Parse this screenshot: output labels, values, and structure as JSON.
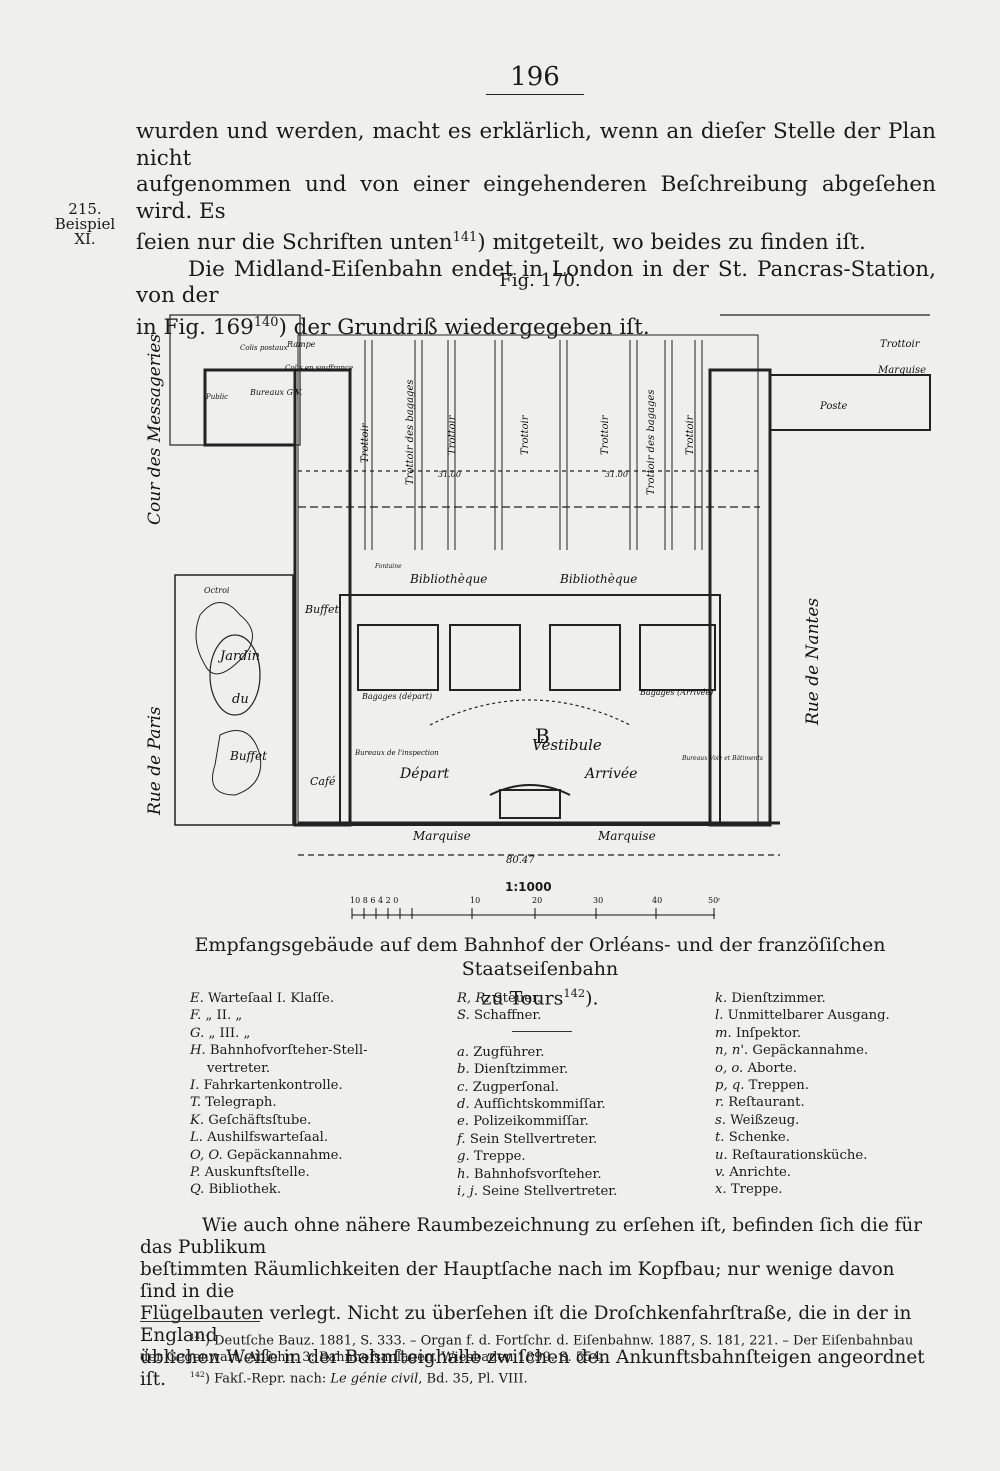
{
  "page": {
    "number": "196"
  },
  "margin_note": {
    "number": "215.",
    "label": "Beispiel",
    "roman": "XI."
  },
  "intro": {
    "line1": "wurden und werden, macht es erklärlich, wenn an dieſer Stelle der Plan nicht",
    "line2": "aufgenommen und von einer eingehenderen Beſchreibung abgeſehen wird. Es",
    "line3_a": "ſeien nur die Schriften unten",
    "line3_sup": "141",
    "line3_b": ") mitgeteilt, wo beides zu finden iſt.",
    "line4": "Die Midland-Eiſenbahn endet in London in der St. Pancras-Station, von der",
    "line5_a": "in Fig. 169",
    "line5_sup": "140",
    "line5_b": ") der Grundriß wiedergegeben iſt."
  },
  "figure": {
    "label": "Fig. 170.",
    "scale_label": "1:1000",
    "scale_ticks": [
      "10 8 6 4 2 0",
      "10",
      "20",
      "30",
      "40",
      "50ᵐ"
    ],
    "plan_labels": {
      "street_left_a": "Rue de Paris",
      "street_left_b": "Cour des Messageries",
      "street_right": "Rue de Nantes",
      "trottoir": "Trottoir",
      "trottoir_bagages": "Trottoir des bagages",
      "marquise": "Marquise",
      "bibliotheque": "Bibliothèque",
      "vestibule": "Vestibule",
      "depart": "Départ",
      "arrivee": "Arrivée",
      "buffet": "Buffet",
      "cafe": "Café",
      "jardin": "Jardin",
      "du": "du",
      "poste": "Poste",
      "rampe": "Rampe",
      "colis_postaux": "Colis postaux",
      "colis_souffrance": "Colis en souffrance",
      "bureaux_gv": "Bureaux G.V.",
      "public": "Public",
      "bagages_depart": "Bagages (départ)",
      "bagages_arrivee": "Bagages (Arrivée)",
      "bureaux_inspection": "Bureaux de l'inspection",
      "bureaux_voie": "Bureaux Voie et Bâtiments",
      "octroi": "Octroi",
      "fontaine": "Fontaine",
      "dim_total": "80.47",
      "dim_3100": "31.00",
      "dim_b": "B"
    }
  },
  "caption": {
    "text_a": "Empfangsgebäude auf dem Bahnhof der Orléans- und der franzöſiſchen Staatseiſenbahn",
    "text_b": "zu Tours",
    "sup": "142",
    "end": ")."
  },
  "legend": {
    "col1": [
      {
        "key": "E.",
        "text": "Warteſaal I. Klaſſe."
      },
      {
        "key": "F.",
        "text": "„ II. „"
      },
      {
        "key": "G.",
        "text": "„ III. „"
      },
      {
        "key": "H.",
        "text": "Bahnhofvorſteher-Stell-"
      },
      {
        "key": "",
        "text": "vertreter."
      },
      {
        "key": "I.",
        "text": "Fahrkartenkontrolle."
      },
      {
        "key": "T.",
        "text": "Telegraph."
      },
      {
        "key": "K.",
        "text": "Geſchäftsſtube."
      },
      {
        "key": "L.",
        "text": "Aushilfswarteſaal."
      },
      {
        "key": "O, O.",
        "text": "Gepäckannahme."
      },
      {
        "key": "P.",
        "text": "Auskunftsſtelle."
      },
      {
        "key": "Q.",
        "text": "Bibliothek."
      }
    ],
    "col2_top": [
      {
        "key": "R, R.",
        "text": "Steuer."
      },
      {
        "key": "S.",
        "text": "Schaffner."
      }
    ],
    "col2_bottom": [
      {
        "key": "a.",
        "text": "Zugführer."
      },
      {
        "key": "b.",
        "text": "Dienſtzimmer."
      },
      {
        "key": "c.",
        "text": "Zugperſonal."
      },
      {
        "key": "d.",
        "text": "Aufſichtskommiſſar."
      },
      {
        "key": "e.",
        "text": "Polizeikommiſſar."
      },
      {
        "key": "f.",
        "text": "Sein Stellvertreter."
      },
      {
        "key": "g.",
        "text": "Treppe."
      },
      {
        "key": "h.",
        "text": "Bahnhofsvorſteher."
      },
      {
        "key": "i, j.",
        "text": "Seine Stellvertreter."
      }
    ],
    "col3": [
      {
        "key": "k.",
        "text": "Dienſtzimmer."
      },
      {
        "key": "l.",
        "text": "Unmittelbarer Ausgang."
      },
      {
        "key": "m.",
        "text": "Inſpektor."
      },
      {
        "key": "n, n'.",
        "text": "Gepäckannahme."
      },
      {
        "key": "o, o.",
        "text": "Aborte."
      },
      {
        "key": "p, q.",
        "text": "Treppen."
      },
      {
        "key": "r.",
        "text": "Reſtaurant."
      },
      {
        "key": "s.",
        "text": "Weißzeug."
      },
      {
        "key": "t.",
        "text": "Schenke."
      },
      {
        "key": "u.",
        "text": "Reſtaurationsküche."
      },
      {
        "key": "v.",
        "text": "Anrichte."
      },
      {
        "key": "x.",
        "text": "Treppe."
      }
    ]
  },
  "body": {
    "line1": "Wie auch ohne nähere Raumbezeichnung zu erſehen iſt, befinden ſich die für das Publikum",
    "line2": "beſtimmten Räumlichkeiten der Hauptſache nach im Kopfbau; nur wenige davon ſind in die",
    "line3": "Flügelbauten verlegt. Nicht zu überſehen iſt die Droſchkenfahrſtraße, die in der in England",
    "line4": "üblichen Weiſe in der Bahnſteighalle zwiſchen den Ankunftsbahnſteigen angeordnet iſt."
  },
  "footnotes": {
    "fn141_sup": "141",
    "fn141_a": ") Deutſche Bauz. 1881, S. 333. – Organ f. d. Fortſchr. d. Eiſenbahnw. 1887, S. 181, 221. – Der Eiſenbahnbau",
    "fn141_b": "der Gegenwart. Abſchn. 3: Bahnhofsanlagen. Wiesbaden 1899. S. 554.",
    "fn142_sup": "142",
    "fn142_a": ") Fakſ.-Repr. nach: ",
    "fn142_ital": "Le génie civil",
    "fn142_b": ", Bd. 35, Pl. VIII."
  }
}
